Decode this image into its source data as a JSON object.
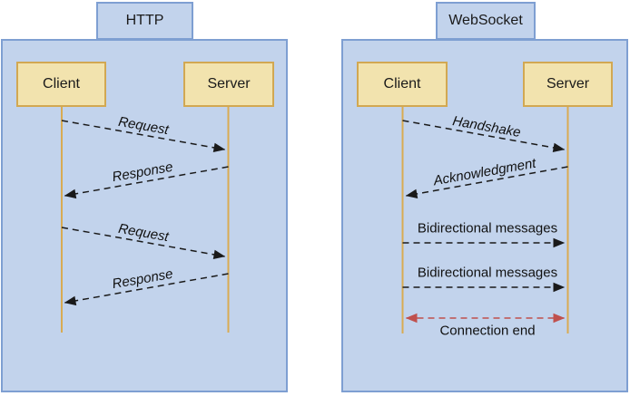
{
  "colors": {
    "panel_fill": "#c2d3ec",
    "panel_border": "#7e9fd2",
    "actor_fill": "#f2e3ae",
    "actor_border": "#d2a852",
    "lifeline": "#d9ab52",
    "message_arrow": "#1a1a1a",
    "connection_end_arrow": "#c0504d",
    "text": "#111111"
  },
  "http": {
    "title": "HTTP",
    "client": "Client",
    "server": "Server",
    "messages": [
      {
        "label": "Request",
        "from": "client",
        "to": "server",
        "line": "dashed",
        "direction": "right"
      },
      {
        "label": "Response",
        "from": "server",
        "to": "client",
        "line": "dashed",
        "direction": "left"
      },
      {
        "label": "Request",
        "from": "client",
        "to": "server",
        "line": "dashed",
        "direction": "right"
      },
      {
        "label": "Response",
        "from": "server",
        "to": "client",
        "line": "dashed",
        "direction": "left"
      }
    ]
  },
  "websocket": {
    "title": "WebSocket",
    "client": "Client",
    "server": "Server",
    "messages": [
      {
        "label": "Handshake",
        "from": "client",
        "to": "server",
        "line": "dashed",
        "direction": "right"
      },
      {
        "label": "Acknowledgment",
        "from": "server",
        "to": "client",
        "line": "dashed",
        "direction": "left"
      },
      {
        "label": "Bidirectional messages",
        "from": "client",
        "to": "server",
        "line": "dashed",
        "direction": "right"
      },
      {
        "label": "Bidirectional messages",
        "from": "client",
        "to": "server",
        "line": "dashed",
        "direction": "right"
      },
      {
        "label": "Connection end",
        "from": "client",
        "to": "server",
        "line": "dashed",
        "direction": "both",
        "color": "#c0504d"
      }
    ]
  }
}
